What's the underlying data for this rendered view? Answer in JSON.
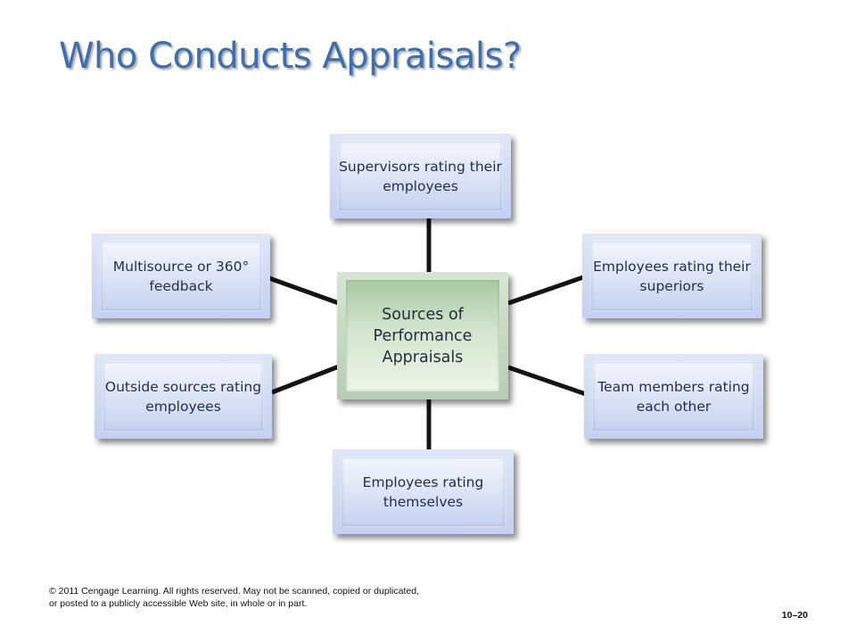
{
  "slide": {
    "title": "Who Conducts Appraisals?"
  },
  "diagram": {
    "center": "Sources of Performance Appraisals",
    "nodes": {
      "top": "Supervisors rating their employees",
      "upper_right": "Employees rating their superiors",
      "lower_right": "Team members rating each other",
      "bottom": "Employees rating themselves",
      "lower_left": "Outside sources rating employees",
      "upper_left": "Multisource or 360° feedback"
    }
  },
  "footer": {
    "copyright": "© 2011 Cengage Learning. All rights reserved. May not be scanned, copied or duplicated, or posted to a publicly accessible Web site, in whole or in part.",
    "page_number": "10–20"
  }
}
